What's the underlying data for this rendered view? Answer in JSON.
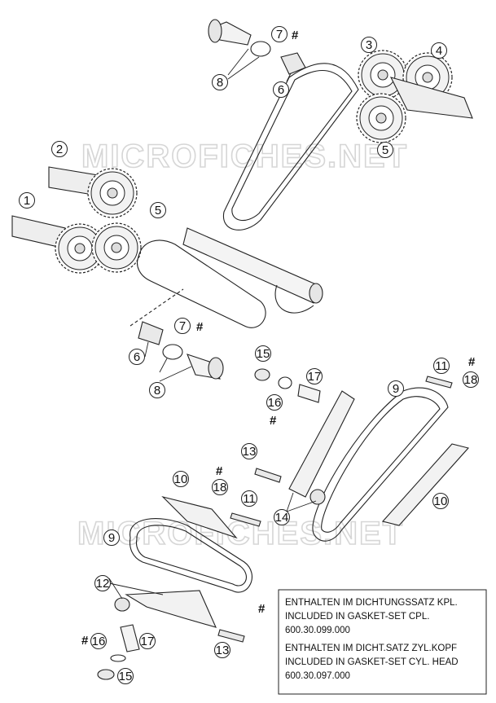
{
  "watermark": "MICROFICHES.NET",
  "callouts": [
    {
      "num": "1"
    },
    {
      "num": "2"
    },
    {
      "num": "3"
    },
    {
      "num": "4"
    },
    {
      "num": "5"
    },
    {
      "num": "5"
    },
    {
      "num": "6"
    },
    {
      "num": "6"
    },
    {
      "num": "7"
    },
    {
      "num": "7"
    },
    {
      "num": "8"
    },
    {
      "num": "8"
    },
    {
      "num": "9"
    },
    {
      "num": "9"
    },
    {
      "num": "10"
    },
    {
      "num": "10"
    },
    {
      "num": "11"
    },
    {
      "num": "11"
    },
    {
      "num": "12"
    },
    {
      "num": "13"
    },
    {
      "num": "13"
    },
    {
      "num": "14"
    },
    {
      "num": "15"
    },
    {
      "num": "15"
    },
    {
      "num": "16"
    },
    {
      "num": "16"
    },
    {
      "num": "17"
    },
    {
      "num": "17"
    },
    {
      "num": "18"
    },
    {
      "num": "18"
    }
  ],
  "hash_mark": "#",
  "legend": {
    "symbol": "#",
    "lines": [
      "ENTHALTEN IM DICHTUNGSSATZ KPL.",
      "INCLUDED IN GASKET-SET CPL.",
      "600.30.099.000",
      "ENTHALTEN IM DICHT.SATZ ZYL.KOPF",
      "INCLUDED IN GASKET-SET CYL. HEAD",
      "600.30.097.000"
    ]
  }
}
